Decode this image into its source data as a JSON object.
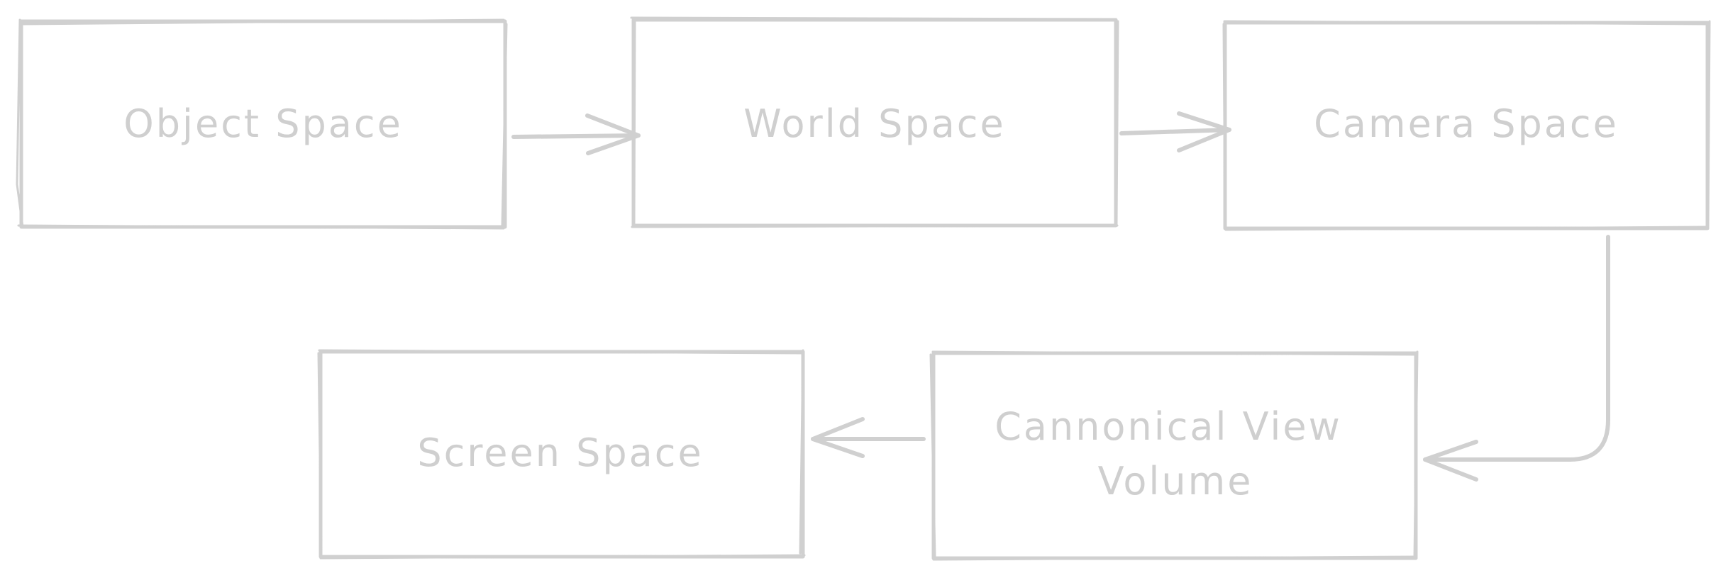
{
  "nodes": {
    "object_space": {
      "label": "Object Space"
    },
    "world_space": {
      "label": "World Space"
    },
    "camera_space": {
      "label": "Camera Space"
    },
    "canonical_view_volume": {
      "label_line1": "Cannonical View",
      "label_line2": "Volume"
    },
    "screen_space": {
      "label": "Screen Space"
    }
  },
  "edges": [
    {
      "from": "Object Space",
      "to": "World Space"
    },
    {
      "from": "World Space",
      "to": "Camera Space"
    },
    {
      "from": "Camera Space",
      "to": "Cannonical View Volume"
    },
    {
      "from": "Cannonical View Volume",
      "to": "Screen Space"
    }
  ],
  "colors": {
    "stroke": "#d0d0d0",
    "text": "#cfcfcf",
    "background": "#ffffff"
  }
}
